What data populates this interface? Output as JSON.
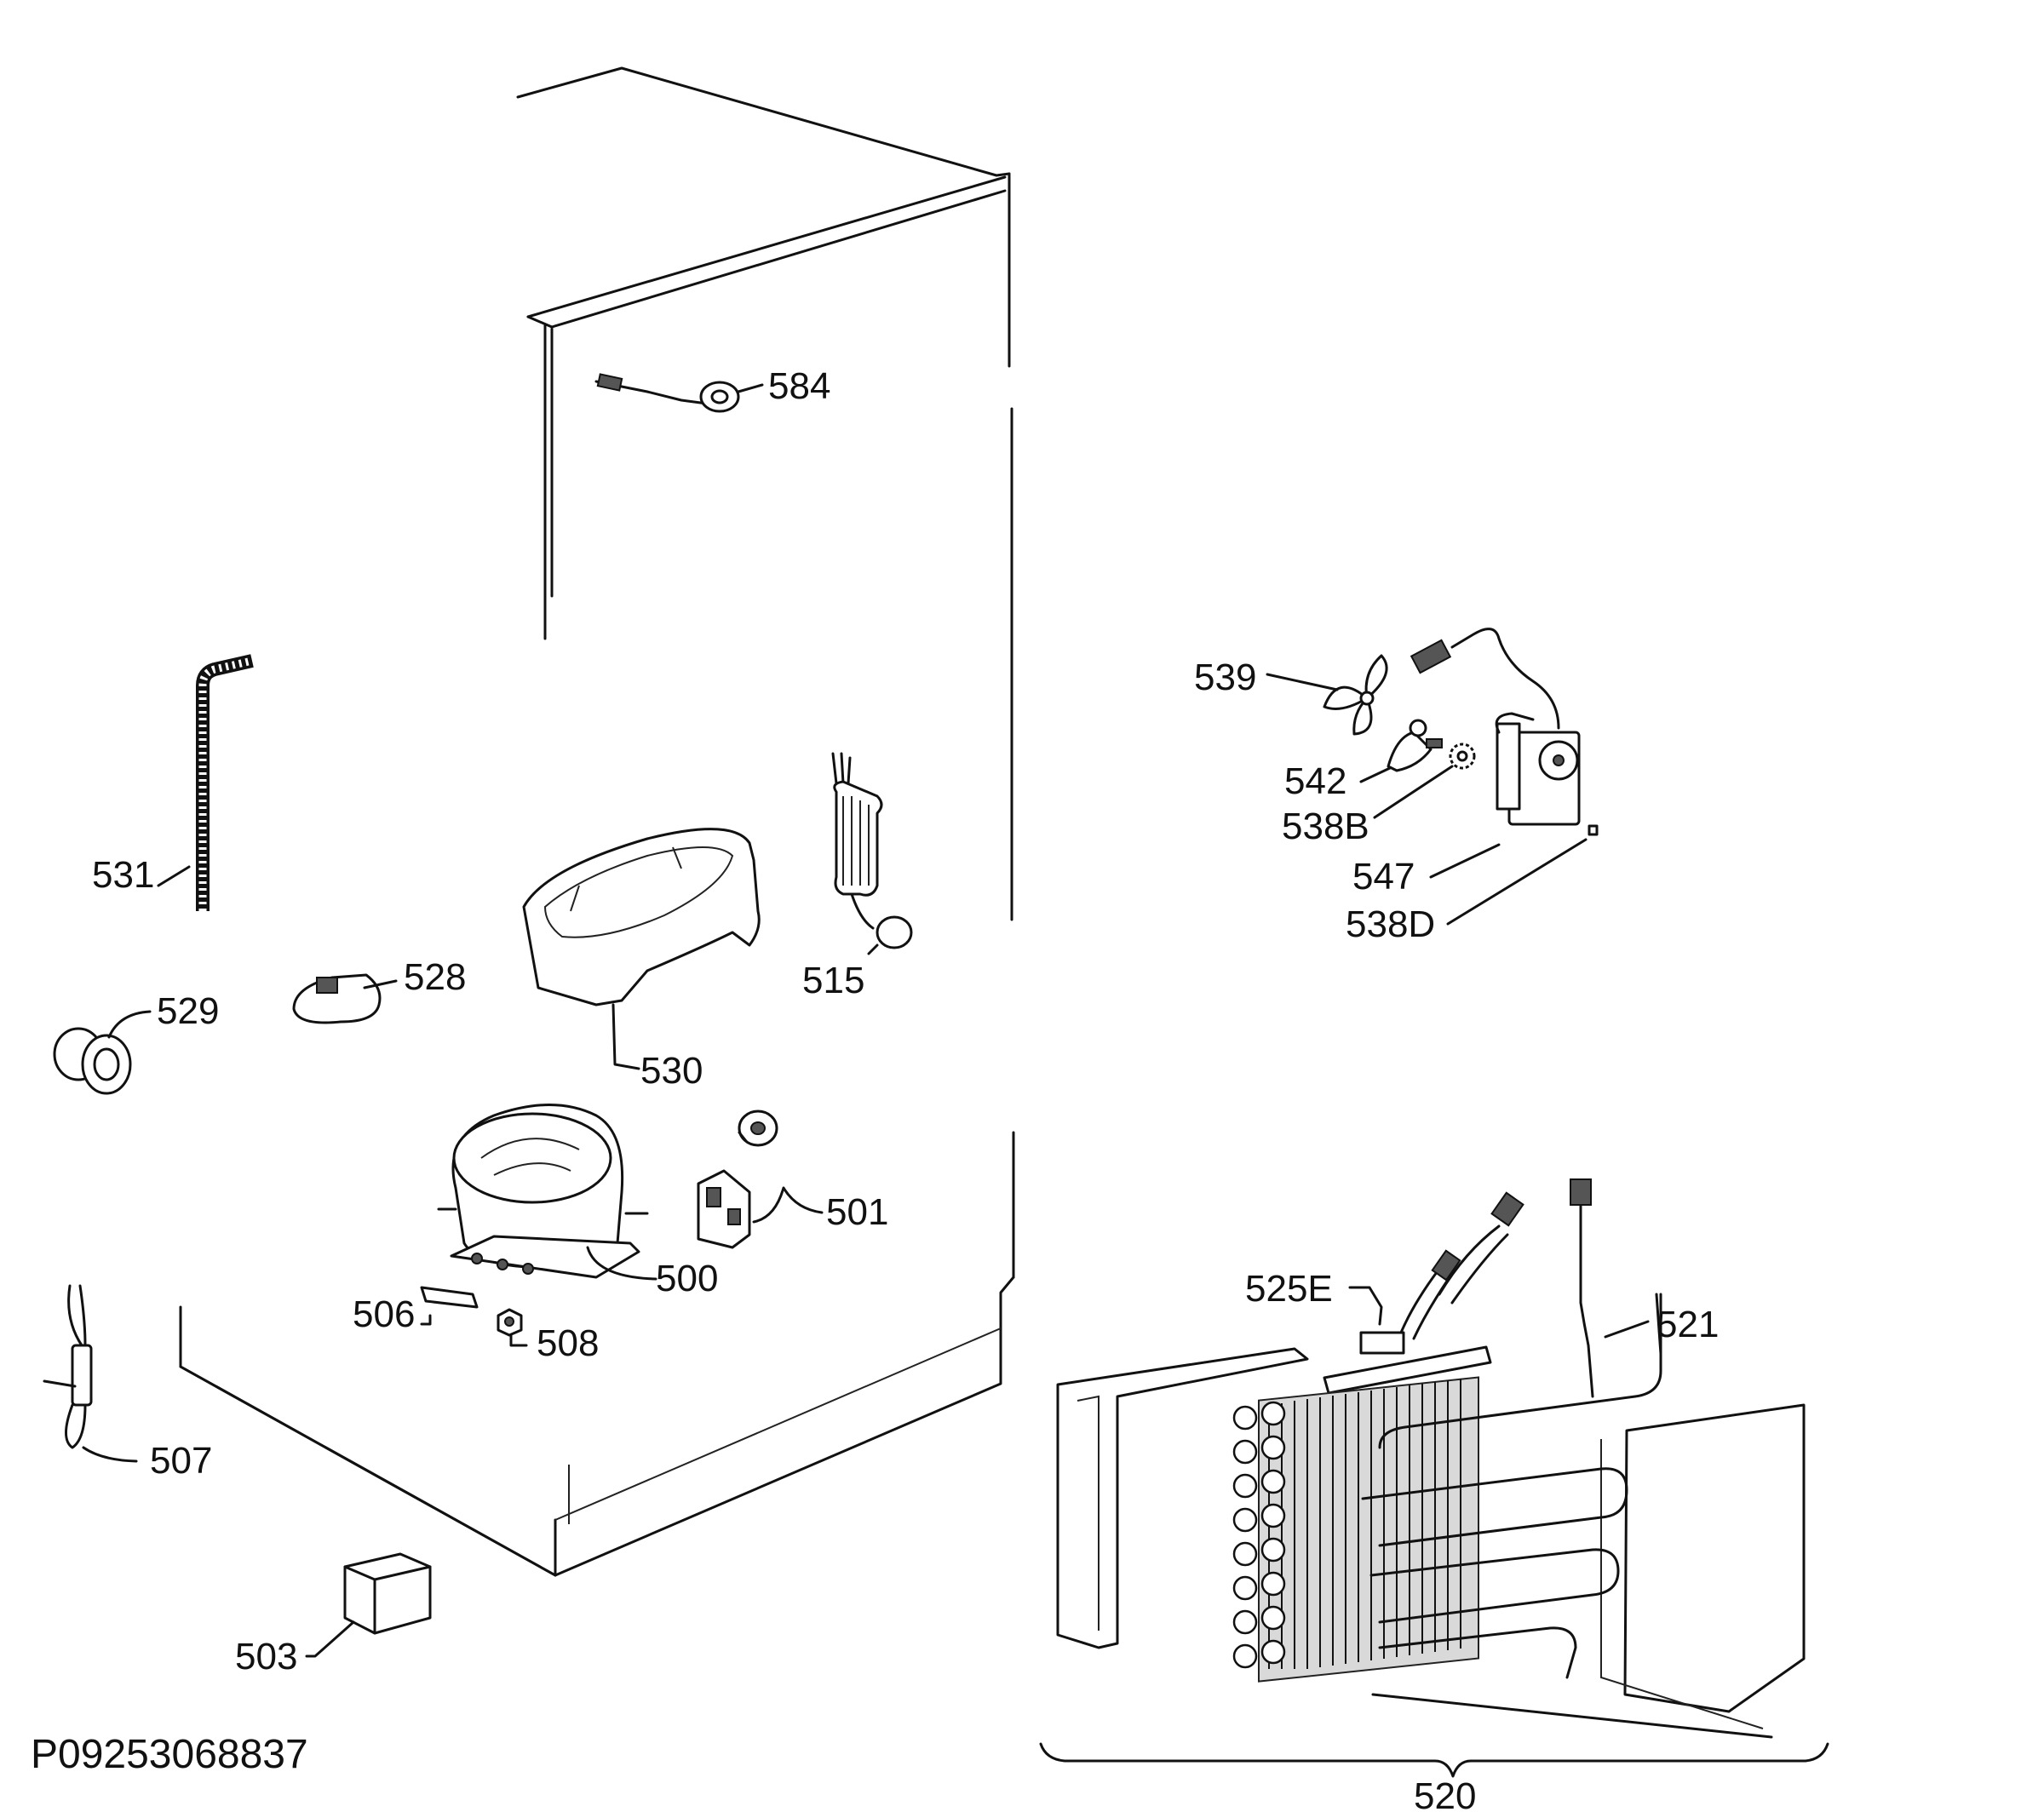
{
  "diagram_code": "P09253068837",
  "parts": [
    {
      "id": "584",
      "label": "584"
    },
    {
      "id": "539",
      "label": "539"
    },
    {
      "id": "542",
      "label": "542"
    },
    {
      "id": "538B",
      "label": "538B"
    },
    {
      "id": "547",
      "label": "547"
    },
    {
      "id": "538D",
      "label": "538D"
    },
    {
      "id": "531",
      "label": "531"
    },
    {
      "id": "528",
      "label": "528"
    },
    {
      "id": "529",
      "label": "529"
    },
    {
      "id": "515",
      "label": "515"
    },
    {
      "id": "530",
      "label": "530"
    },
    {
      "id": "501",
      "label": "501"
    },
    {
      "id": "500",
      "label": "500"
    },
    {
      "id": "506",
      "label": "506"
    },
    {
      "id": "508",
      "label": "508"
    },
    {
      "id": "507",
      "label": "507"
    },
    {
      "id": "503",
      "label": "503"
    },
    {
      "id": "525E",
      "label": "525E"
    },
    {
      "id": "521",
      "label": "521"
    },
    {
      "id": "520",
      "label": "520"
    }
  ]
}
